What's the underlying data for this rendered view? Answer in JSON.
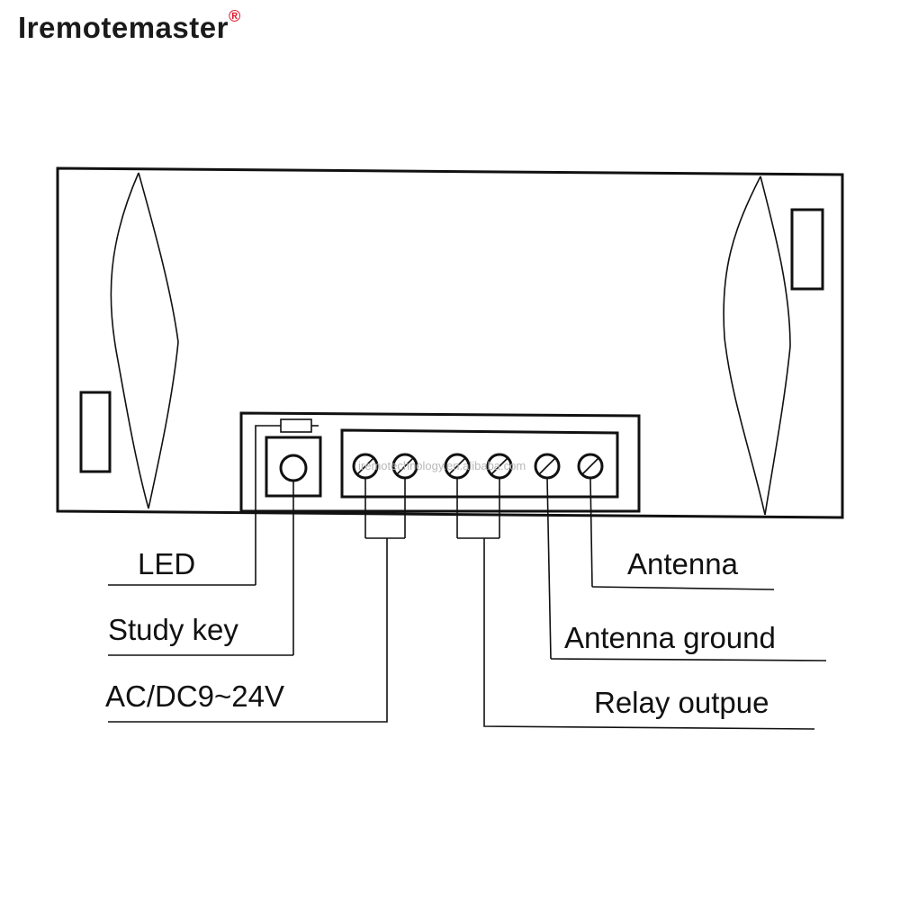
{
  "brand": {
    "name": "Iremotemaster",
    "registered_mark": "®",
    "registered_color": "#e0192a"
  },
  "watermark": "iremotechnology.en.alibaba.com",
  "diagram": {
    "terminal_count": 6,
    "labels": {
      "led": "LED",
      "study_key": "Study key",
      "power": "AC/DC9~24V",
      "antenna": "Antenna",
      "antenna_ground": "Antenna ground",
      "relay_output": "Relay outpue"
    }
  }
}
